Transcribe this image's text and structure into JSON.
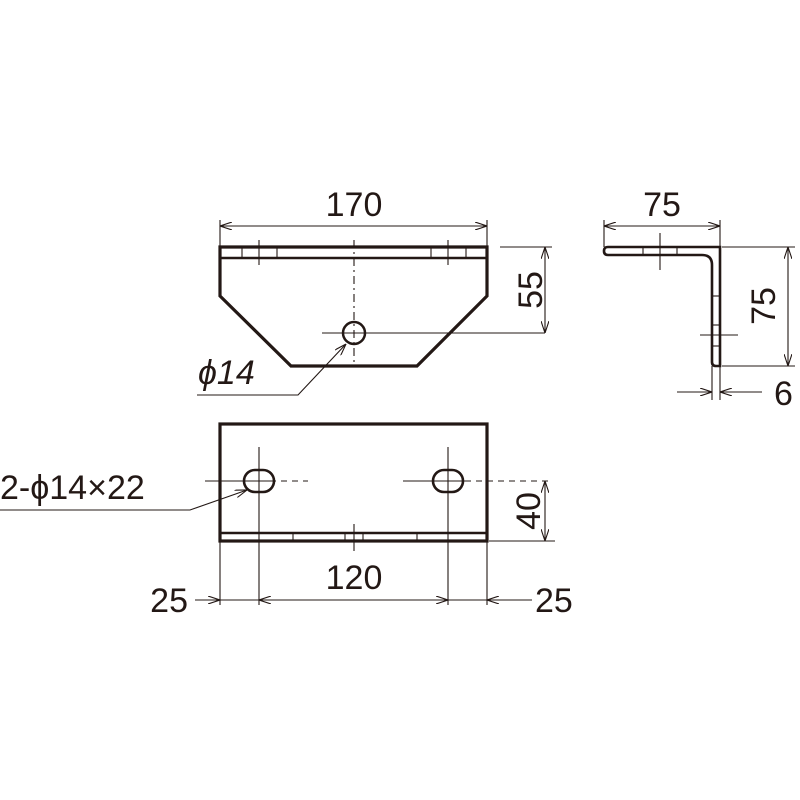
{
  "drawing": {
    "front_view": {
      "width_label": "170",
      "height_label": "55",
      "hole_label": "ϕ14"
    },
    "side_view": {
      "flange_width_label": "75",
      "leg_height_label": "75",
      "thickness_label": "6"
    },
    "bottom_view": {
      "slot_label": "2-ϕ14×22",
      "slot_offset_label": "40",
      "pitch_label": "120",
      "left_edge_label": "25",
      "right_edge_label": "25"
    },
    "line_color": "#231815"
  }
}
